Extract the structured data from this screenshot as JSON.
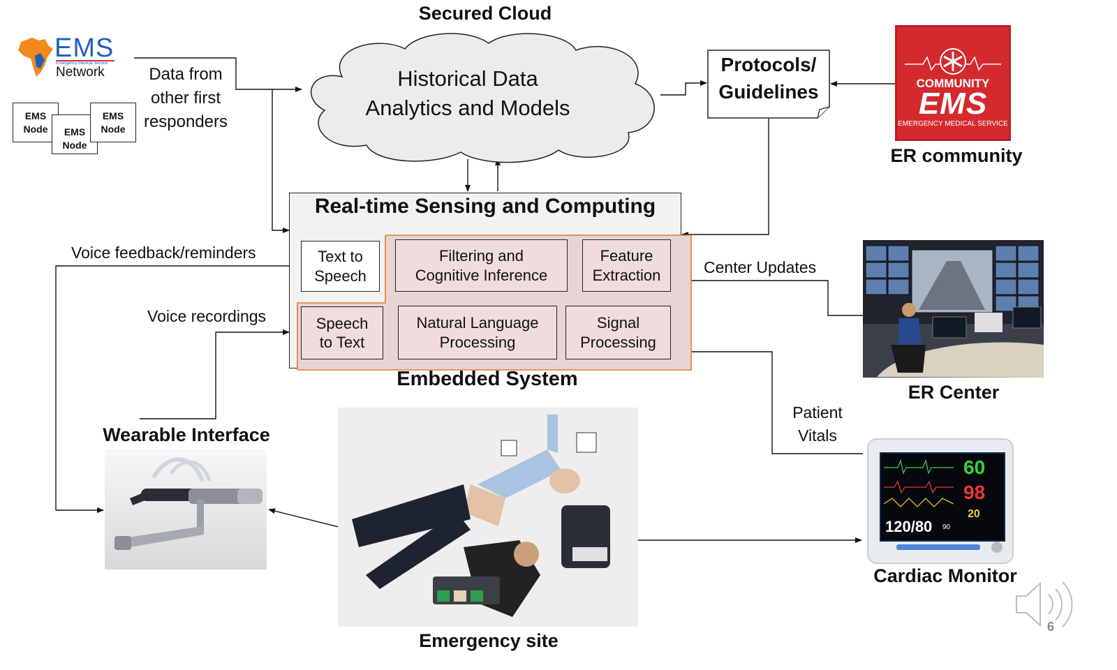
{
  "cloud": {
    "title": "Secured Cloud",
    "line1": "Historical Data",
    "line2": "Analytics and Models"
  },
  "ems_network": {
    "logo_text": "EMS",
    "logo_subtext": "Emergency Medical Service",
    "logo_caption": "Network",
    "nodes": [
      {
        "line1": "EMS",
        "line2": "Node"
      },
      {
        "line1": "EMS",
        "line2": "Node"
      },
      {
        "line1": "EMS",
        "line2": "Node"
      }
    ],
    "data_label": [
      "Data from",
      "other first",
      "responders"
    ]
  },
  "protocols": {
    "line1": "Protocols/",
    "line2": "Guidelines"
  },
  "er_community": {
    "label": "ER community",
    "logo_line1": "COMMUNITY",
    "logo_line2": "EMS",
    "logo_line3": "EMERGENCY MEDICAL SERVICE",
    "brand_color": "#d42a2e"
  },
  "realtime": {
    "title": "Real-time Sensing and Computing",
    "embedded_label": "Embedded System",
    "modules": {
      "text_to_speech": {
        "line1": "Text to",
        "line2": "Speech"
      },
      "filtering": {
        "line1": "Filtering and",
        "line2": "Cognitive Inference"
      },
      "feature": {
        "line1": "Feature",
        "line2": "Extraction"
      },
      "speech_to_text": {
        "line1": "Speech",
        "line2": "to Text"
      },
      "nlp": {
        "line1": "Natural Language",
        "line2": "Processing"
      },
      "signal": {
        "line1": "Signal",
        "line2": "Processing"
      }
    },
    "embedded_border_color": "#e07b39"
  },
  "links": {
    "voice_feedback": "Voice feedback/reminders",
    "voice_recordings": "Voice recordings",
    "center_updates": "Center Updates",
    "patient_vitals": [
      "Patient",
      "Vitals"
    ]
  },
  "er_center": {
    "label": "ER Center"
  },
  "wearable": {
    "label": "Wearable Interface"
  },
  "emergency_site": {
    "label": "Emergency site"
  },
  "cardiac_monitor": {
    "label": "Cardiac Monitor",
    "readings": {
      "hr": "60",
      "spo2": "98",
      "resp": "20",
      "bp": "120/80",
      "mean": "90"
    }
  },
  "slide": {
    "number": "6"
  },
  "icons": [
    "speaker-icon",
    "africa-map-icon",
    "star-of-life-icon"
  ]
}
